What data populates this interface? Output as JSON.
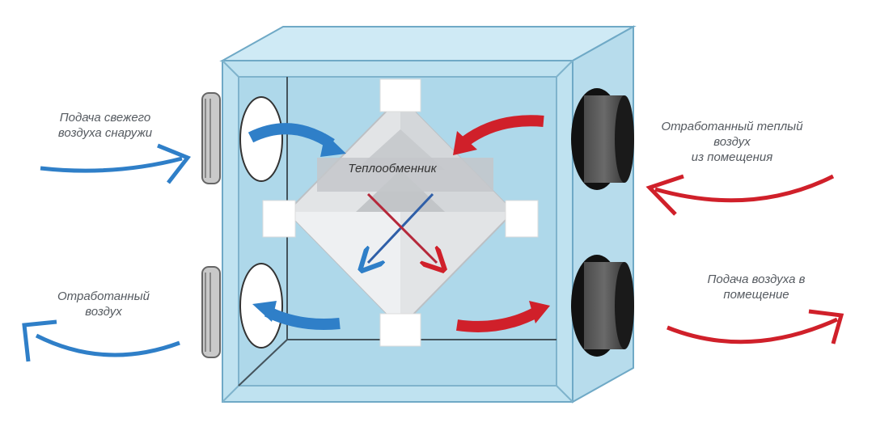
{
  "diagram": {
    "heat_exchanger_label": "Теплообменник",
    "labels": {
      "fresh_air_in": [
        "Подача свежего",
        "воздуха снаружи"
      ],
      "exhaust_out": [
        "Отработанный",
        "воздух"
      ],
      "warm_exhaust_in": [
        "Отработанный теплый",
        "воздух",
        "из помещения"
      ],
      "supply_to_room": [
        "Подача воздуха в",
        "помещение"
      ]
    },
    "colors": {
      "cold_flow": "#2f7fc8",
      "warm_flow": "#d0202a",
      "housing": "#bfe2f0",
      "housing_edge": "#6fa9c6"
    }
  }
}
